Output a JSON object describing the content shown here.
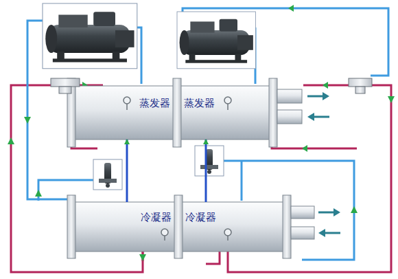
{
  "diagram": {
    "nodes": [
      {
        "text": [
          "蒸发器"
        ]
      },
      {
        "text": [
          "蒸发器"
        ]
      },
      {
        "text": [
          "冷凝器"
        ]
      },
      {
        "text": [
          "冷凝器"
        ]
      }
    ],
    "edges": [
      {
        "from": 2,
        "to": 0,
        "arrow": "to"
      },
      {
        "from": 3,
        "to": 1,
        "arrow": "to"
      }
    ]
  }
}
